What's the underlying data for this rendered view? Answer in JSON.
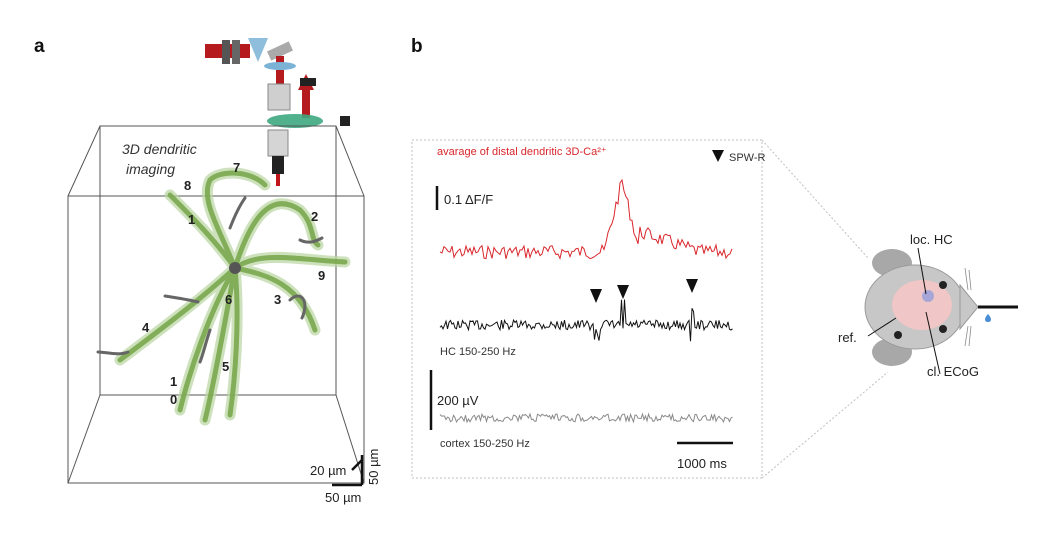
{
  "panels": {
    "a": {
      "letter": "a",
      "imaging_line1": "3D dendritic",
      "imaging_line2": "imaging",
      "branch_labels": [
        "8",
        "7",
        "1",
        "2",
        "9",
        "3",
        "6",
        "4",
        "5",
        "1",
        "0"
      ],
      "scale_20": "20 µm",
      "scale_50_vertical": "50 µm",
      "scale_50_horizontal": "50 µm"
    },
    "b": {
      "letter": "b",
      "trace_title": "avarage of distal dendritic 3D-Ca²⁺",
      "spw_legend": "SPW-R",
      "df_scale": "0.1 ΔF/F",
      "hc_label": "HC 150-250 Hz",
      "uv_scale": "200 µV",
      "cortex_label": "cortex 150-250 Hz",
      "time_scale": "1000 ms"
    },
    "mouse": {
      "loc_hc": "loc. HC",
      "ref": "ref.",
      "cl_ecog": "cl. ECoG"
    }
  },
  "colors": {
    "calcium_trace": "#d9262b",
    "hc_trace": "#111111",
    "cortex_trace": "#8a8a8a",
    "dendrite_fill": "#7aa84f",
    "laser": "#c0161b"
  }
}
